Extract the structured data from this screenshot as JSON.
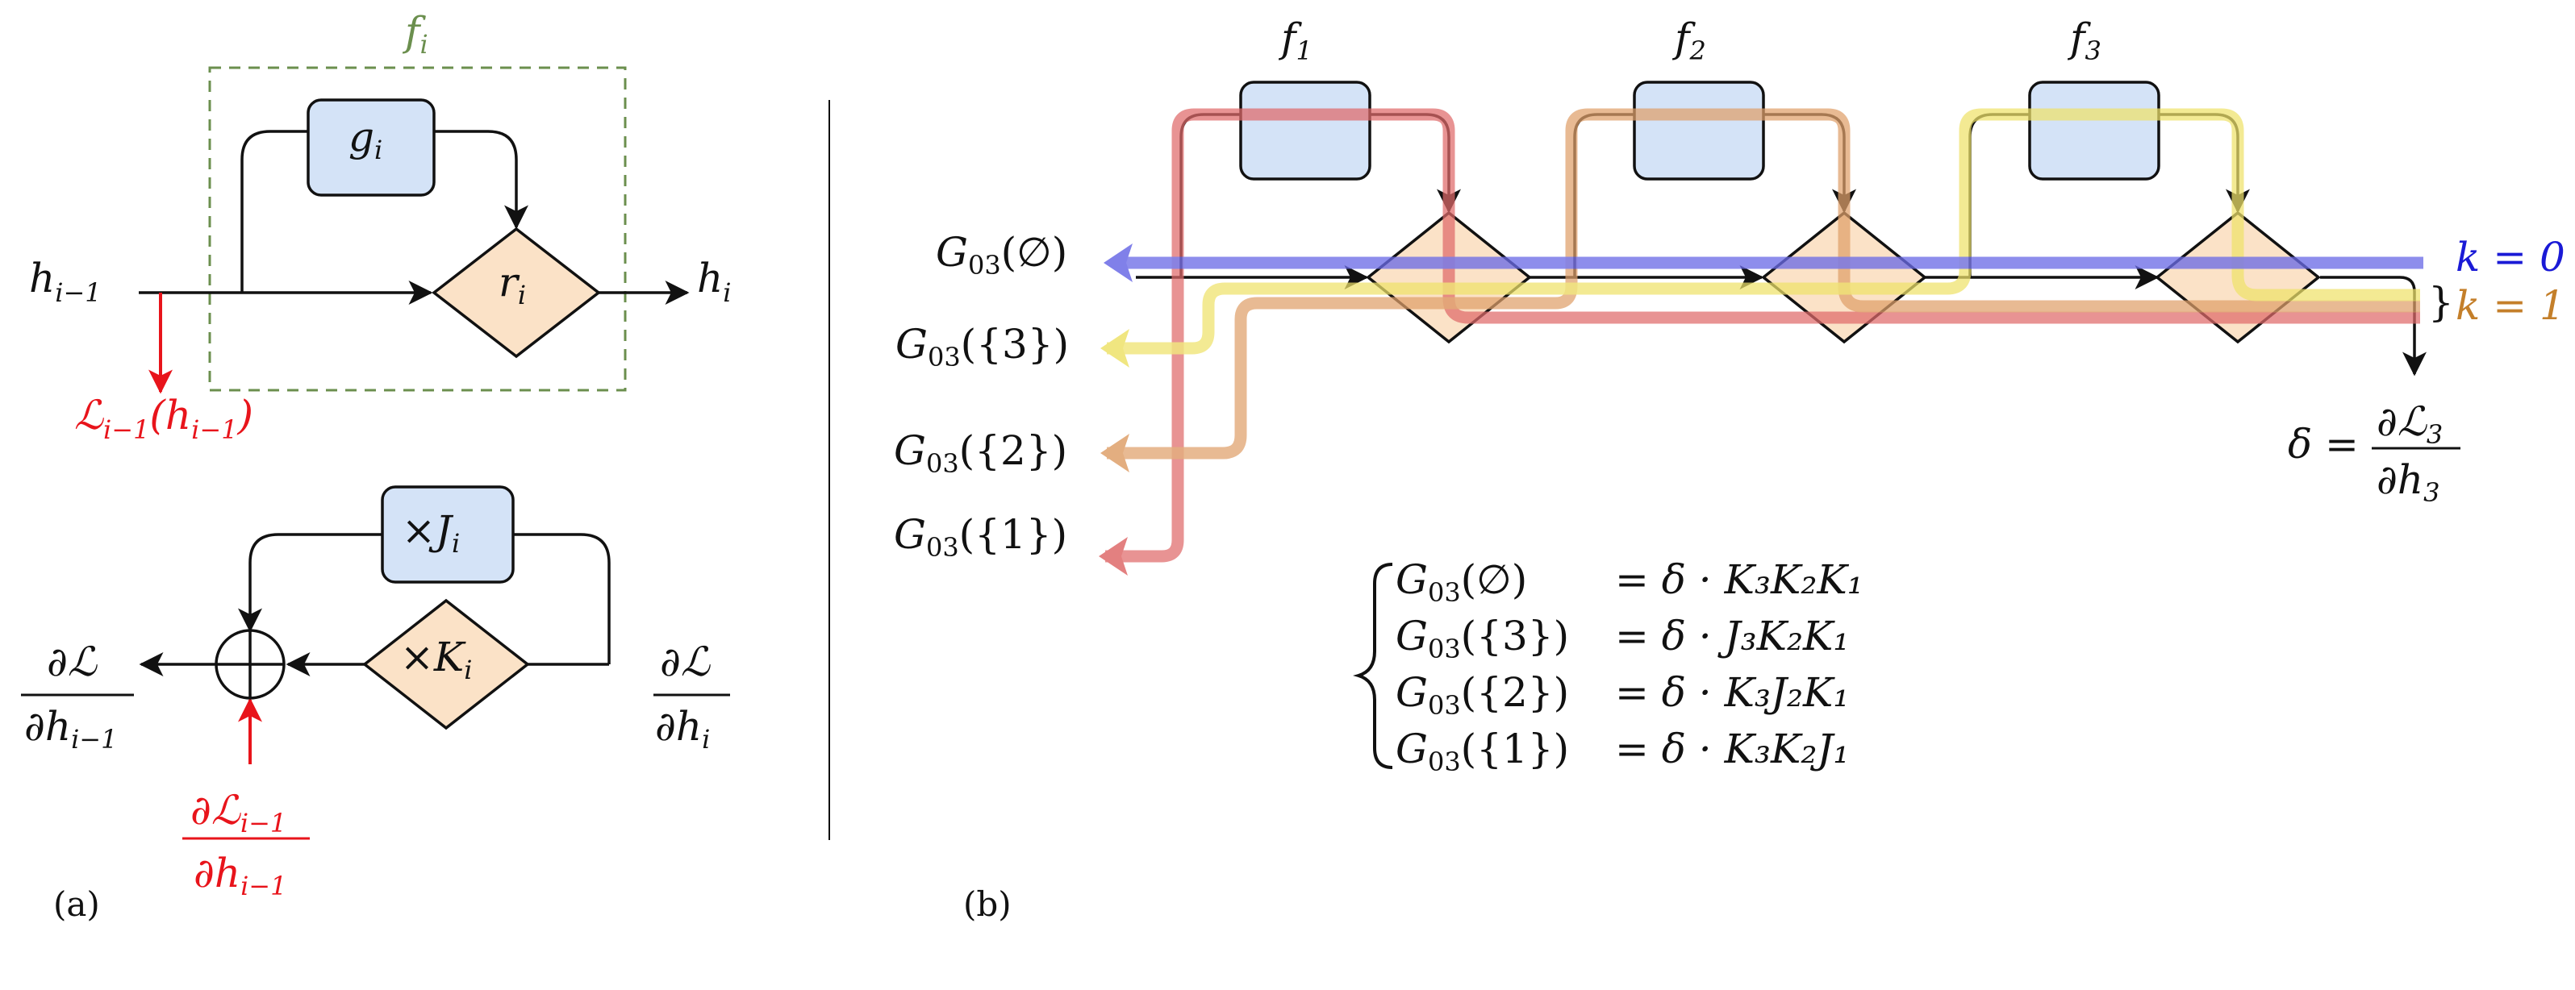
{
  "panel_a": {
    "label": "(a)",
    "forward": {
      "group_label": "f",
      "group_sub": "i",
      "g_box": {
        "main": "g",
        "sub": "i"
      },
      "r_diamond": {
        "main": "r",
        "sub": "i"
      },
      "input": {
        "main": "h",
        "sub": "i−1"
      },
      "output": {
        "main": "h",
        "sub": "i"
      },
      "loss": {
        "main": "ℒ",
        "sub": "i−1",
        "arg_open": "(h",
        "arg_sub": "i−1",
        "arg_close": ")"
      }
    },
    "backward": {
      "j_box": {
        "main": "×J",
        "sub": "i"
      },
      "k_diamond": {
        "main": "×K",
        "sub": "i"
      },
      "input_num": "∂ℒ",
      "input_den_main": "∂h",
      "input_den_sub": "i",
      "output_num": "∂ℒ",
      "output_den_main": "∂h",
      "output_den_sub": "i−1",
      "loss_num_main": "∂ℒ",
      "loss_num_sub": "i−1",
      "loss_den_main": "∂h",
      "loss_den_sub": "i−1"
    }
  },
  "panel_b": {
    "label": "(b)",
    "functions": [
      {
        "main": "f",
        "sub": "1"
      },
      {
        "main": "f",
        "sub": "2"
      },
      {
        "main": "f",
        "sub": "3"
      }
    ],
    "outputs": [
      {
        "g": "G",
        "sub": "03",
        "arg": "(∅)"
      },
      {
        "g": "G",
        "sub": "03",
        "arg": "({3})"
      },
      {
        "g": "G",
        "sub": "03",
        "arg": "({2})"
      },
      {
        "g": "G",
        "sub": "03",
        "arg": "({1})"
      }
    ],
    "k_labels": [
      {
        "text": "k = 0",
        "color": "#1a1ad6"
      },
      {
        "text": "} ",
        "color": "#111111"
      },
      {
        "text": "k = 1",
        "color": "#c47f2a"
      }
    ],
    "delta": {
      "lhs": "δ =",
      "num_main": "∂ℒ",
      "num_sub": "3",
      "den_main": "∂h",
      "den_sub": "3"
    },
    "equations": [
      {
        "lhs_arg": "(∅)",
        "rhs": "= δ · K₃K₂K₁"
      },
      {
        "lhs_arg": "({3})",
        "rhs": "= δ · J₃K₂K₁"
      },
      {
        "lhs_arg": "({2})",
        "rhs": "= δ · K₃J₂K₁"
      },
      {
        "lhs_arg": "({1})",
        "rhs": "= δ · K₃K₂J₁"
      }
    ],
    "band_colors": {
      "blue": "#6a6ae6",
      "yellow": "#eee26a",
      "orange": "#dfa06a",
      "red": "#df6a6a"
    }
  }
}
